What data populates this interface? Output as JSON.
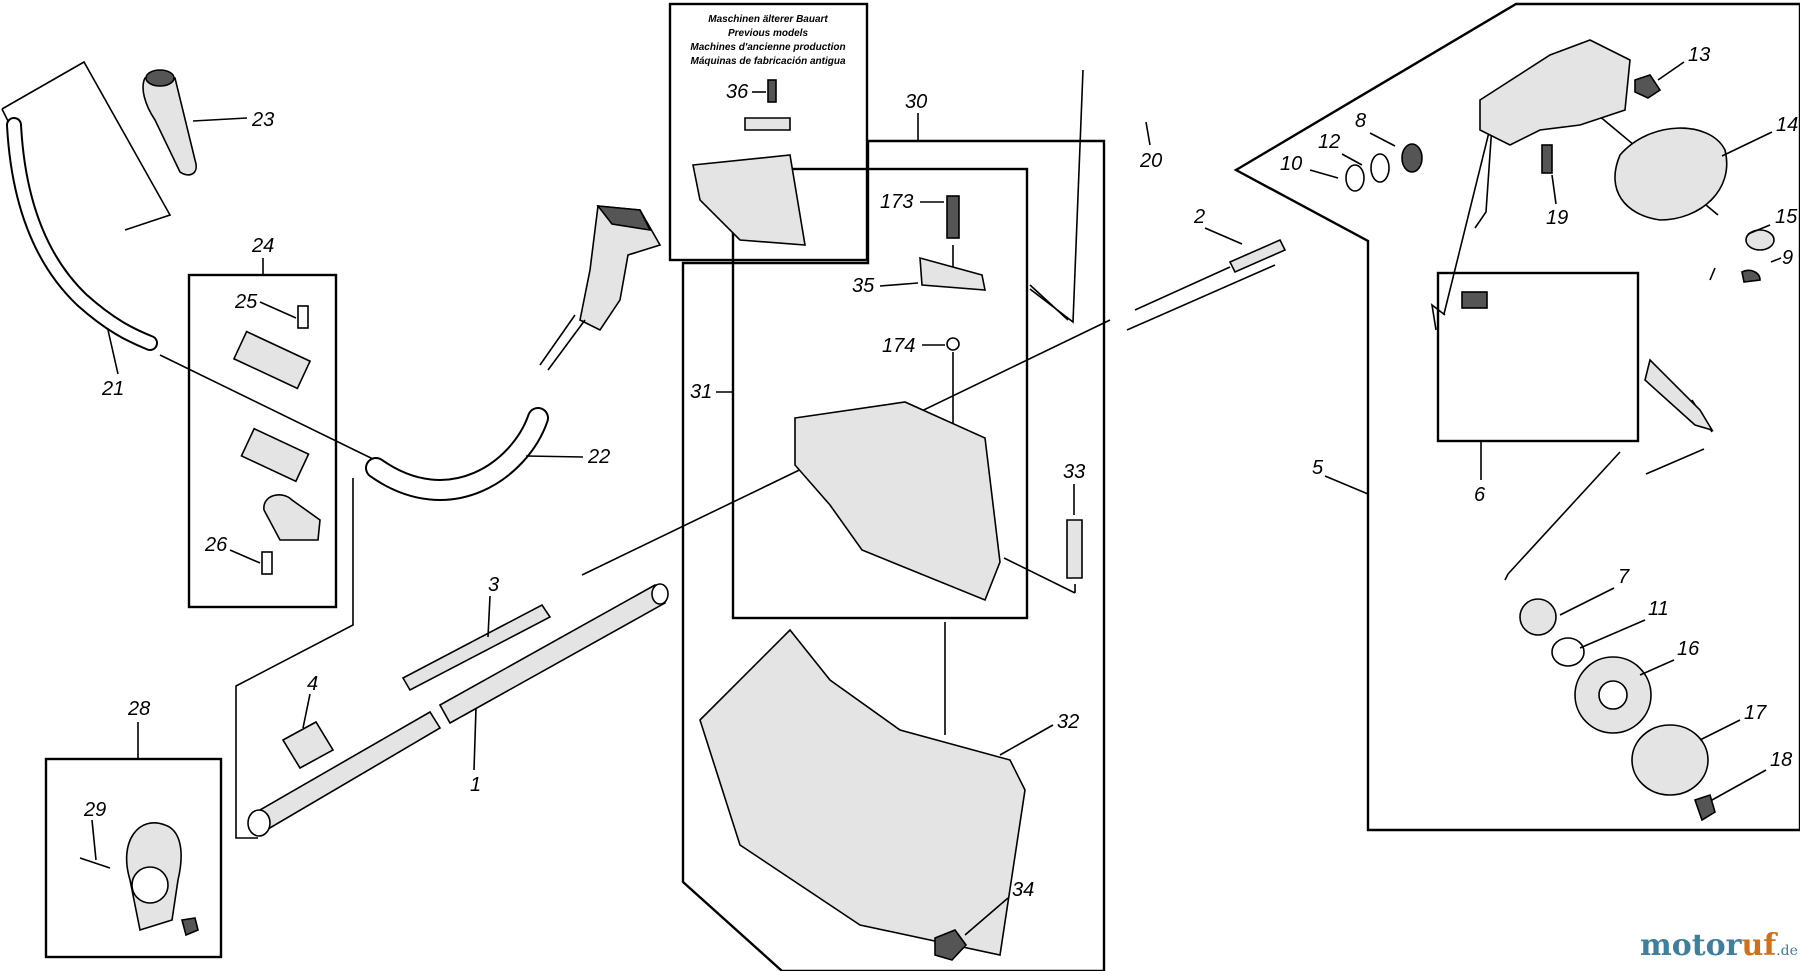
{
  "inset": {
    "line1": "Maschinen älterer Bauart",
    "line2": "Previous models",
    "line3": "Machines d'ancienne production",
    "line4": "Máquinas de fabricación antigua"
  },
  "labels": {
    "p1": "1",
    "p2": "2",
    "p3": "3",
    "p4": "4",
    "p5": "5",
    "p6": "6",
    "p7": "7",
    "p8": "8",
    "p9": "9",
    "p10": "10",
    "p11": "11",
    "p12": "12",
    "p13": "13",
    "p14": "14",
    "p15": "15",
    "p16": "16",
    "p17": "17",
    "p18": "18",
    "p19": "19",
    "p20": "20",
    "p21": "21",
    "p22": "22",
    "p23": "23",
    "p24": "24",
    "p25": "25",
    "p26": "26",
    "p28": "28",
    "p29": "29",
    "p30": "30",
    "p31": "31",
    "p32": "32",
    "p33": "33",
    "p34": "34",
    "p35": "35",
    "p36": "36",
    "p173": "173",
    "p174": "174"
  },
  "logo": {
    "main": "motor",
    "accent": "uf",
    "suffix": ".de"
  }
}
